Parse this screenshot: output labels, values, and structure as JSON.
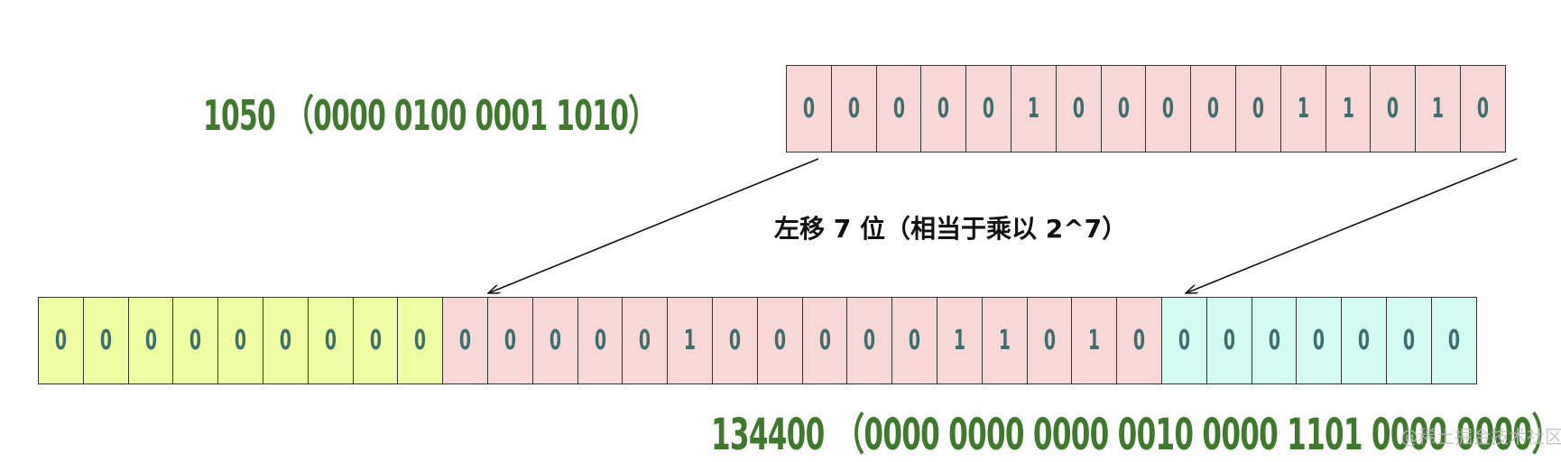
{
  "top_label": "1050 （0000 0100 0001 1010）",
  "shift_label": "左移 7 位（相当于乘以 2^7）",
  "bottom_label": "134400 （0000 0000 0000 0010 0000 1101 0000 0000）",
  "top_bits": [
    "0",
    "0",
    "0",
    "0",
    "0",
    "1",
    "0",
    "0",
    "0",
    "0",
    "0",
    "1",
    "1",
    "0",
    "1",
    "0"
  ],
  "bottom_bits": {
    "high_padding": [
      "0",
      "0",
      "0",
      "0",
      "0",
      "0",
      "0",
      "0",
      "0"
    ],
    "shifted": [
      "0",
      "0",
      "0",
      "0",
      "0",
      "1",
      "0",
      "0",
      "0",
      "0",
      "0",
      "1",
      "1",
      "0",
      "1",
      "0"
    ],
    "low_padding": [
      "0",
      "0",
      "0",
      "0",
      "0",
      "0",
      "0"
    ]
  },
  "colors": {
    "original": "#f9d7d7",
    "high_padding": "#eefca2",
    "low_padding": "#d2fcf1",
    "label_green": "#3f7a2c"
  },
  "watermark": "@稀土掘金技术社区"
}
